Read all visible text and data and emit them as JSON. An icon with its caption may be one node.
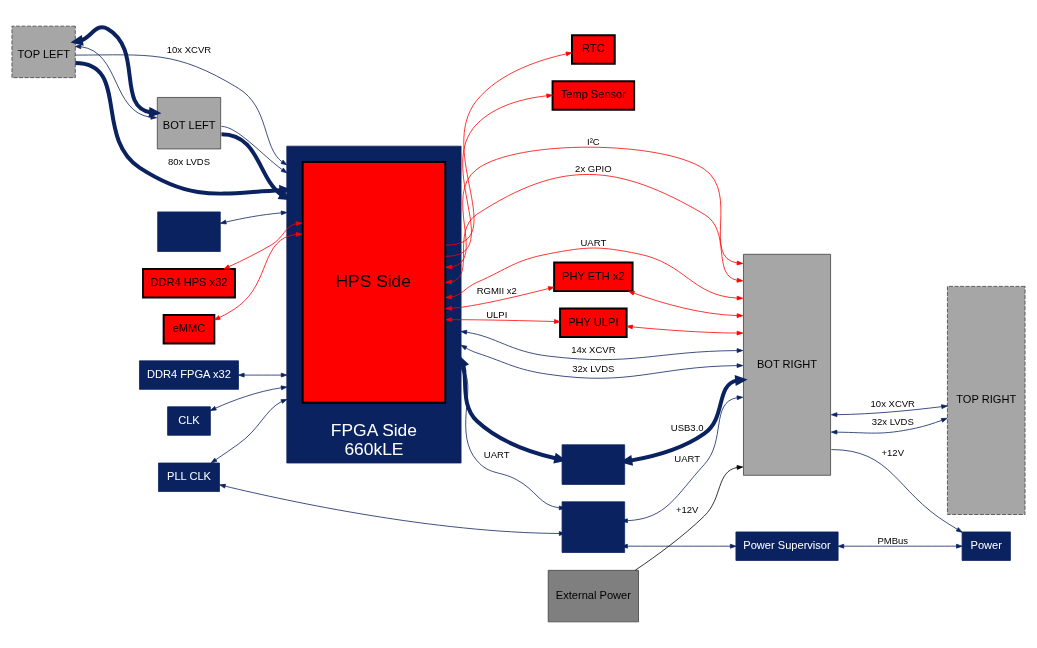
{
  "diagram": {
    "nodes": [
      {
        "text": [
          "TOP LEFT"
        ]
      },
      {
        "text": [
          "BOT LEFT"
        ]
      },
      {
        "text": [
          "FPGA Side",
          "660kLE"
        ]
      },
      {
        "text": [
          "HPS Side"
        ],
        "in": 2
      },
      {
        "text": [],
        "shape": "box"
      },
      {
        "text": [
          "DDR4 HPS x32"
        ]
      },
      {
        "text": [
          "eMMC"
        ]
      },
      {
        "text": [
          "RTC"
        ]
      },
      {
        "text": [
          "Temp Sensor"
        ]
      },
      {
        "text": [
          "PHY ETH x2"
        ]
      },
      {
        "text": [
          "PHY ULPI"
        ]
      },
      {
        "text": [
          "BOT RIGHT"
        ]
      },
      {
        "text": [
          "TOP RIGHT"
        ]
      },
      {
        "text": [],
        "shape": "box"
      },
      {
        "text": [],
        "shape": "box"
      },
      {
        "text": [
          "DDR4 FPGA x32"
        ]
      },
      {
        "text": [
          "CLK"
        ]
      },
      {
        "text": [
          "PLL CLK"
        ]
      },
      {
        "text": [
          "Power Supervisor"
        ]
      },
      {
        "text": [
          "Power"
        ]
      },
      {
        "text": [
          "External Power"
        ]
      }
    ],
    "edges": [
      {
        "from": 0,
        "to": 1,
        "arrow": "both",
        "style": "thick"
      },
      {
        "from": 0,
        "to": 1,
        "arrow": "both"
      },
      {
        "from": 0,
        "to": 2,
        "arrow": "to",
        "label": "10x XCVR"
      },
      {
        "from": 1,
        "to": 2,
        "arrow": "to"
      },
      {
        "from": 0,
        "to": 2,
        "arrow": "to",
        "label": "80x LVDS",
        "style": "thick"
      },
      {
        "from": 1,
        "to": 2,
        "arrow": "to",
        "style": "thick"
      },
      {
        "from": 4,
        "to": 2,
        "arrow": "both"
      },
      {
        "from": 5,
        "to": 3,
        "arrow": "both",
        "color": "#ff0000"
      },
      {
        "from": 6,
        "to": 3,
        "arrow": "both",
        "color": "#ff0000"
      },
      {
        "from": 3,
        "to": 7,
        "arrow": "to",
        "color": "#ff0000"
      },
      {
        "from": 3,
        "to": 8,
        "arrow": "to",
        "color": "#ff0000"
      },
      {
        "from": 3,
        "to": 11,
        "arrow": "both",
        "label": "I²C",
        "color": "#ff0000"
      },
      {
        "from": 3,
        "to": 11,
        "arrow": "both",
        "label": "2x GPIO",
        "color": "#ff0000"
      },
      {
        "from": 3,
        "to": 11,
        "arrow": "both",
        "label": "UART",
        "color": "#ff0000"
      },
      {
        "from": 3,
        "to": 9,
        "arrow": "both",
        "label": "RGMII x2",
        "color": "#ff0000"
      },
      {
        "from": 9,
        "to": 11,
        "arrow": "both",
        "color": "#ff0000"
      },
      {
        "from": 3,
        "to": 10,
        "arrow": "both",
        "label": "ULPI",
        "color": "#ff0000"
      },
      {
        "from": 10,
        "to": 11,
        "arrow": "both",
        "color": "#ff0000"
      },
      {
        "from": 2,
        "to": 11,
        "arrow": "both",
        "label": "14x XCVR"
      },
      {
        "from": 2,
        "to": 11,
        "arrow": "both",
        "label": "32x LVDS"
      },
      {
        "from": 2,
        "to": 13,
        "arrow": "both",
        "style": "thick"
      },
      {
        "from": 13,
        "to": 11,
        "arrow": "both",
        "label": "USB3.0",
        "style": "thick"
      },
      {
        "from": 2,
        "to": 14,
        "arrow": "both",
        "label": "UART"
      },
      {
        "from": 14,
        "to": 11,
        "arrow": "both",
        "label": "UART"
      },
      {
        "from": 11,
        "to": 12,
        "arrow": "both",
        "label": "10x XCVR"
      },
      {
        "from": 11,
        "to": 12,
        "arrow": "both",
        "label": "32x LVDS"
      },
      {
        "from": 2,
        "to": 15,
        "arrow": "both"
      },
      {
        "from": 2,
        "to": 16,
        "arrow": "both"
      },
      {
        "from": 2,
        "to": 17,
        "arrow": "both"
      },
      {
        "from": 14,
        "to": 17,
        "arrow": "both"
      },
      {
        "from": 18,
        "to": 14,
        "arrow": "both"
      },
      {
        "from": 18,
        "to": 19,
        "arrow": "both",
        "label": "PMBus"
      },
      {
        "from": 11,
        "to": 19,
        "arrow": "to",
        "label": "+12V"
      },
      {
        "from": 20,
        "to": 11,
        "arrow": "to",
        "label": "+12V",
        "color": "#000000"
      }
    ]
  }
}
